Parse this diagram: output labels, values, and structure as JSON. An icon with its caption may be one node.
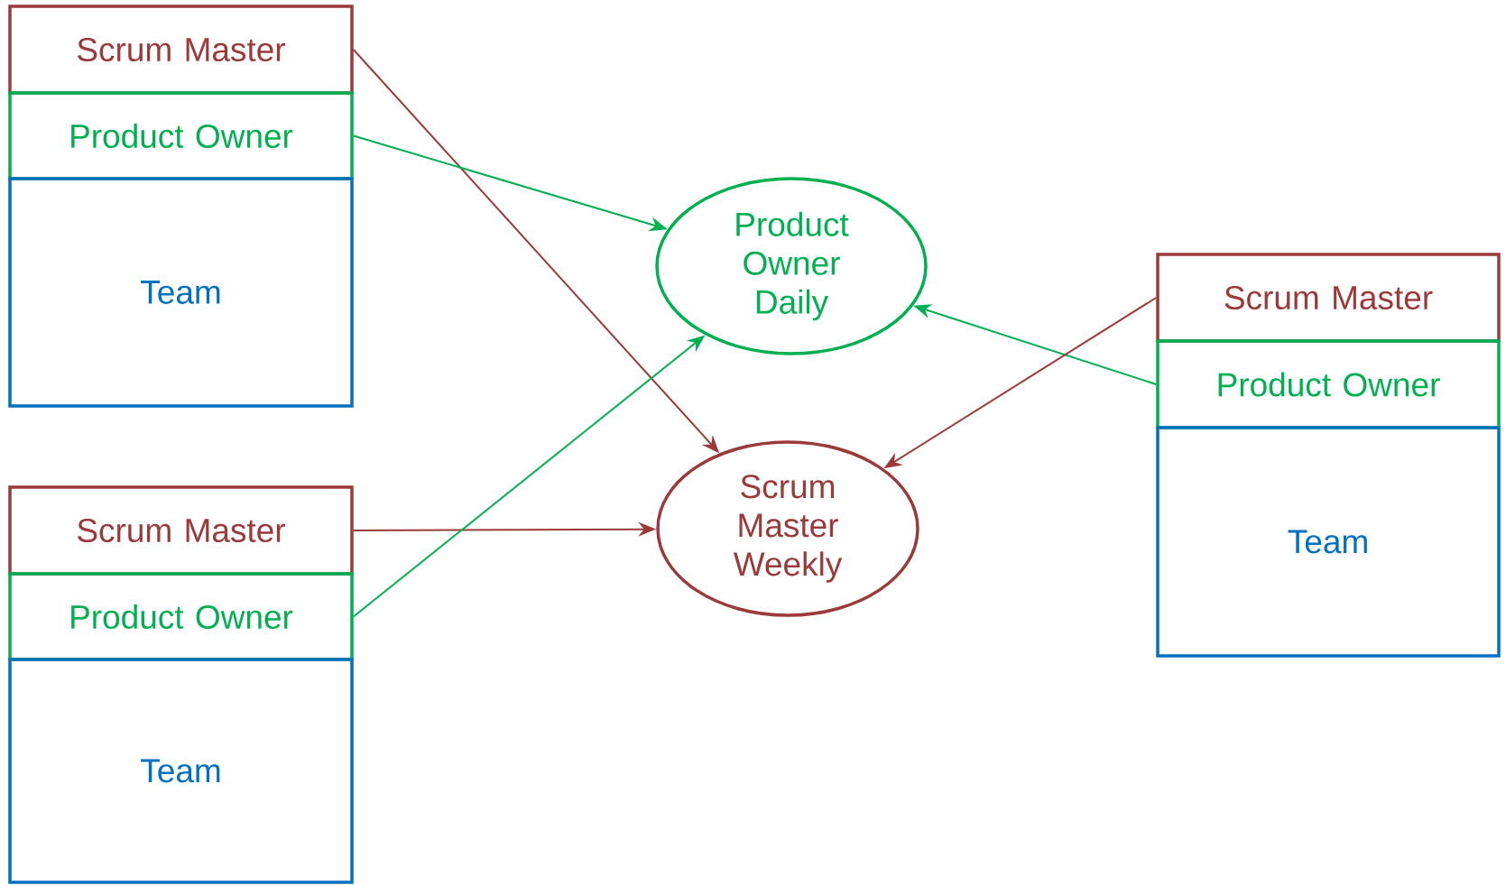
{
  "diagram": {
    "nodes": [
      {
        "text": [
          "Scrum Master"
        ]
      },
      {
        "text": [
          "Product Owner"
        ]
      },
      {
        "text": [
          "Team"
        ]
      },
      {
        "text": [
          "Scrum Master"
        ]
      },
      {
        "text": [
          "Product Owner"
        ]
      },
      {
        "text": [
          "Team"
        ]
      },
      {
        "text": [
          "Scrum Master"
        ]
      },
      {
        "text": [
          "Product Owner"
        ]
      },
      {
        "text": [
          "Team"
        ]
      },
      {
        "text": [
          "Product Owner Daily"
        ]
      },
      {
        "text": [
          "Scrum Master Weekly"
        ]
      }
    ],
    "edges": [
      {
        "from": 0,
        "to": 10,
        "arrow": "to",
        "color": "#9b3a3a"
      },
      {
        "from": 1,
        "to": 9,
        "arrow": "to",
        "color": "#00b050"
      },
      {
        "from": 3,
        "to": 10,
        "arrow": "to",
        "color": "#9b3a3a"
      },
      {
        "from": 4,
        "to": 9,
        "arrow": "to",
        "color": "#00b050"
      },
      {
        "from": 7,
        "to": 9,
        "arrow": "to",
        "color": "#00b050"
      },
      {
        "from": 6,
        "to": 10,
        "arrow": "to",
        "color": "#9b3a3a"
      }
    ]
  }
}
